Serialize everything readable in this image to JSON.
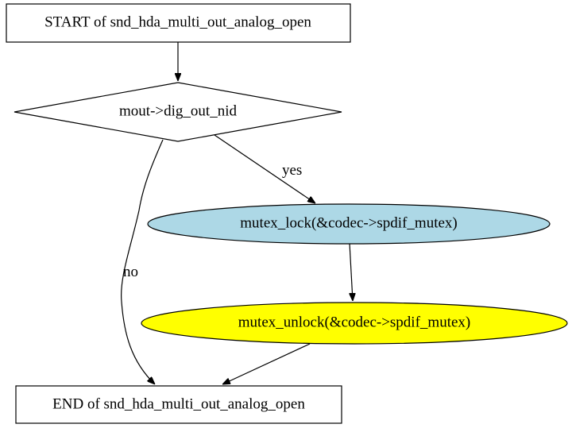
{
  "diagram": {
    "nodes": {
      "start": {
        "label": "START of snd_hda_multi_out_analog_open",
        "shape": "box",
        "fill": "#ffffff"
      },
      "decision": {
        "label": "mout->dig_out_nid",
        "shape": "diamond",
        "fill": "#ffffff"
      },
      "lock": {
        "label": "mutex_lock(&codec->spdif_mutex)",
        "shape": "ellipse",
        "fill": "#add8e6"
      },
      "unlock": {
        "label": "mutex_unlock(&codec->spdif_mutex)",
        "shape": "ellipse",
        "fill": "#ffff00"
      },
      "end": {
        "label": "END of snd_hda_multi_out_analog_open",
        "shape": "box",
        "fill": "#ffffff"
      }
    },
    "edges": {
      "yes_label": "yes",
      "no_label": "no"
    }
  }
}
